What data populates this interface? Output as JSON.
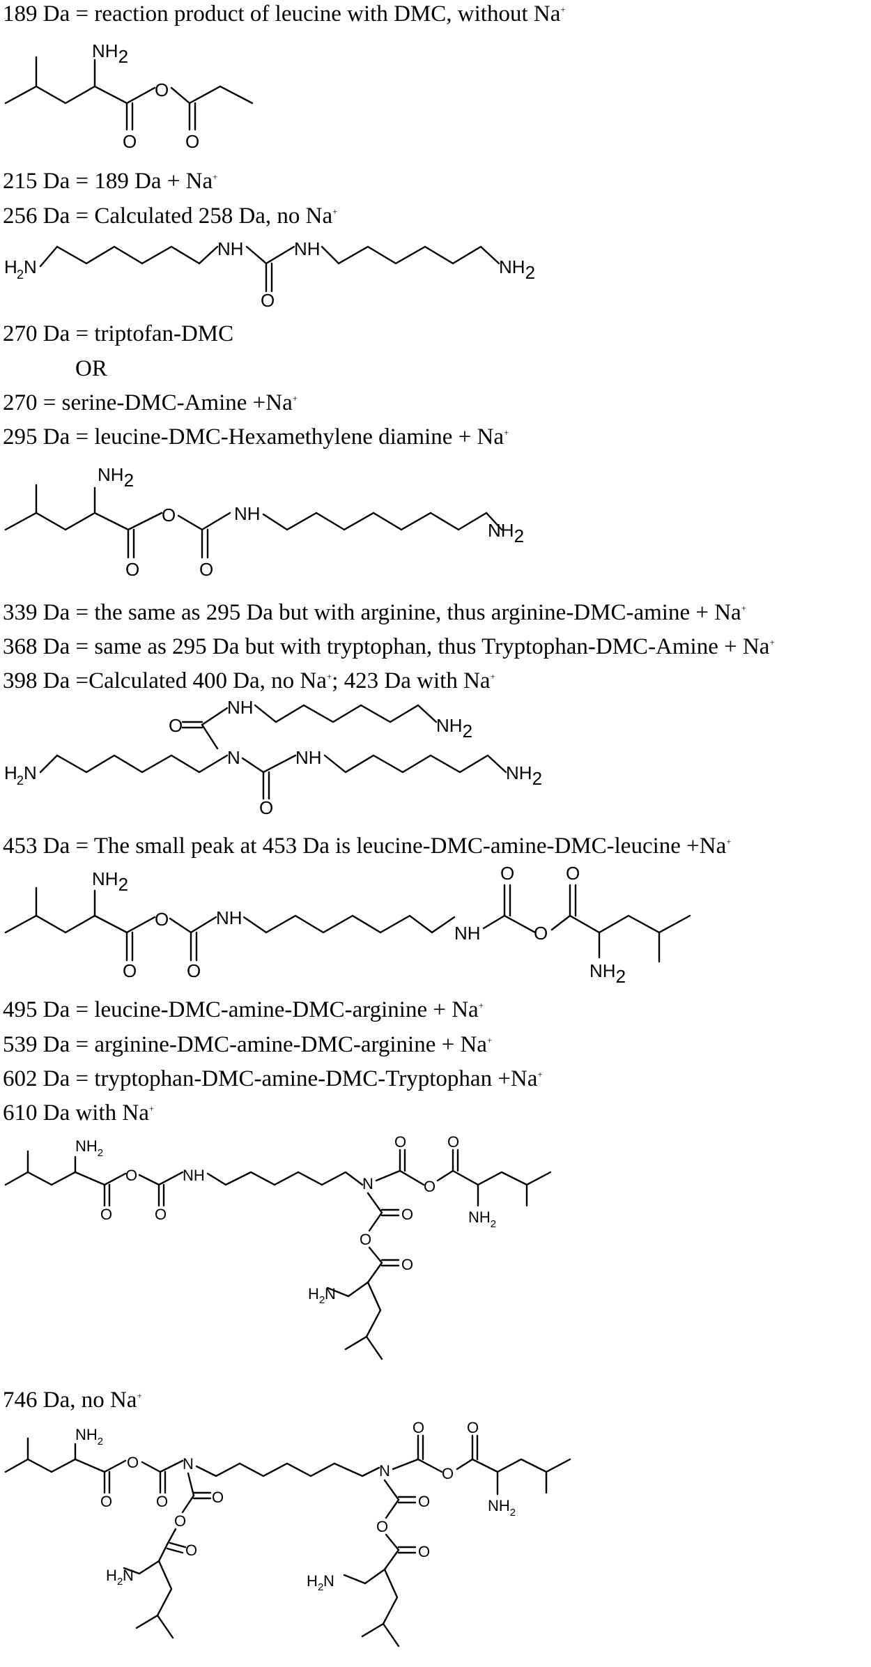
{
  "lines": [
    {
      "text": "189 Da = reaction product of leucine with DMC, without Na",
      "sup": "+"
    },
    {
      "text": "215 Da = 189 Da + Na",
      "sup": "+"
    },
    {
      "text": "256 Da = Calculated 258 Da, no Na",
      "sup": "+"
    },
    {
      "text": "270 Da = triptofan-DMC",
      "sup": ""
    },
    {
      "text": "OR",
      "sup": ""
    },
    {
      "text": "270 = serine-DMC-Amine +Na",
      "sup": "+"
    },
    {
      "text": "295 Da = leucine-DMC-Hexamethylene diamine + Na",
      "sup": "+"
    },
    {
      "text": "339 Da = the same as 295 Da but with arginine, thus arginine-DMC-amine + Na",
      "sup": "+"
    },
    {
      "text": "368 Da = same as 295 Da but with tryptophan, thus Tryptophan-DMC-Amine + Na",
      "sup": "+"
    },
    {
      "text": "398 Da =Calculated 400 Da, no Na",
      "sup": "+",
      "tail": "; 423 Da with Na",
      "sup2": "+"
    },
    {
      "text": "453 Da = The small peak at 453 Da is leucine-DMC-amine-DMC-leucine +Na",
      "sup": "+"
    },
    {
      "text": "495 Da = leucine-DMC-amine-DMC-arginine + Na",
      "sup": "+"
    },
    {
      "text": "539 Da = arginine-DMC-amine-DMC-arginine + Na",
      "sup": "+"
    },
    {
      "text": "602 Da = tryptophan-DMC-amine-DMC-Tryptophan +Na",
      "sup": "+"
    },
    {
      "text": "610 Da with Na",
      "sup": "+"
    },
    {
      "text": "746 Da, no Na",
      "sup": "+"
    }
  ],
  "atoms": {
    "NH2": "NH",
    "H2N": "H",
    "H2N_end": "N",
    "sub2": "2",
    "NH": "NH",
    "O": "O",
    "N": "N"
  }
}
